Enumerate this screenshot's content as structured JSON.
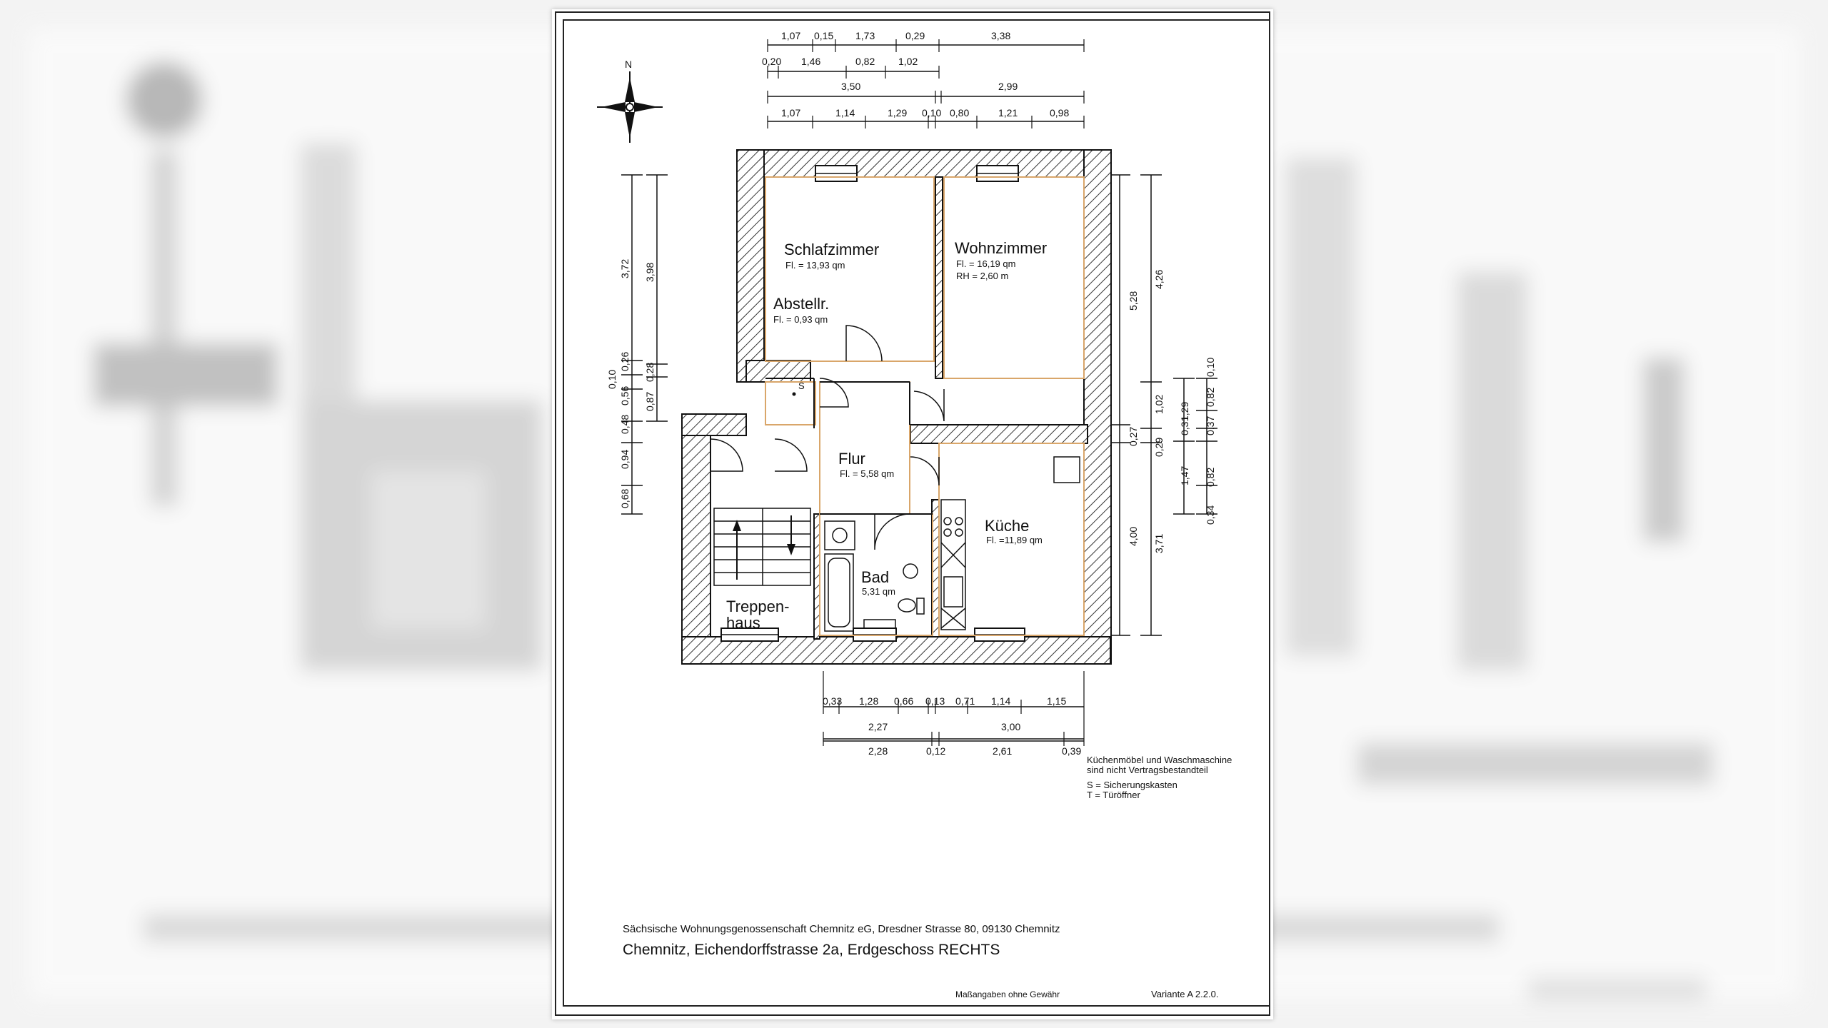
{
  "compass_letter": "N",
  "dims_top": {
    "row1": [
      "1,07",
      "0,15",
      "1,73",
      "0,29",
      "3,38"
    ],
    "row2": [
      "0,20",
      "1,46",
      "0,82",
      "1,02"
    ],
    "row3": [
      "3,50",
      "2,99"
    ],
    "row4": [
      "1,07",
      "1,14",
      "1,29",
      "0,10",
      "0,80",
      "1,21",
      "0,98"
    ]
  },
  "dims_left": {
    "col1": [
      "3,72",
      "0,10",
      "0,56",
      "0,48",
      "0,94",
      "0,68"
    ],
    "col2": [
      "3,98",
      "0,26",
      "0,28",
      "0,87"
    ]
  },
  "dims_right": {
    "col1": [
      "5,28",
      "0,27",
      "4,00"
    ],
    "col2": [
      "4,26",
      "1,02",
      "0,29",
      "3,71"
    ],
    "col3": [
      "1,29",
      "1,47"
    ],
    "col4": [
      "0,10",
      "0,82",
      "0,37",
      "0,31",
      "0,82",
      "0,34"
    ]
  },
  "dims_bottom": {
    "row1": [
      "0,33",
      "1,28",
      "0,66",
      "0,13",
      "0,71",
      "1,14",
      "1,15"
    ],
    "row2": [
      "2,27",
      "3,00"
    ],
    "row3": [
      "2,28",
      "0,12",
      "2,61",
      "0,39"
    ]
  },
  "rooms": {
    "schlafzimmer": {
      "name": "Schlafzimmer",
      "area": "Fl. = 13,93 qm"
    },
    "wohnzimmer": {
      "name": "Wohnzimmer",
      "area": "Fl. = 16,19 qm",
      "height": "RH = 2,60 m"
    },
    "abstellr": {
      "name": "Abstellr.",
      "area": "Fl. = 0,93 qm",
      "marker": "S"
    },
    "flur": {
      "name": "Flur",
      "area": "Fl. = 5,58 qm"
    },
    "kueche": {
      "name": "Küche",
      "area": "Fl. =11,89 qm"
    },
    "bad": {
      "name": "Bad",
      "area": "5,31 qm"
    },
    "treppenhaus": {
      "name_line1": "Treppen-",
      "name_line2": "haus"
    }
  },
  "notes": [
    "Küchenmöbel und Waschmaschine",
    "sind nicht Vertragsbestandteil",
    "S = Sicherungskasten",
    "T = Türöffner"
  ],
  "title_block": {
    "company": "Sächsische Wohnungsgenossenschaft Chemnitz eG, Dresdner Strasse 80, 09130 Chemnitz",
    "address": "Chemnitz, Eichendorffstrasse 2a, Erdgeschoss RECHTS",
    "disclaimer": "Maßangaben ohne Gewähr",
    "variant": "Variante A 2.2.0."
  },
  "colors": {
    "room_outline": "#d9a66a",
    "wall": "#111111",
    "hatch": "#444444"
  }
}
